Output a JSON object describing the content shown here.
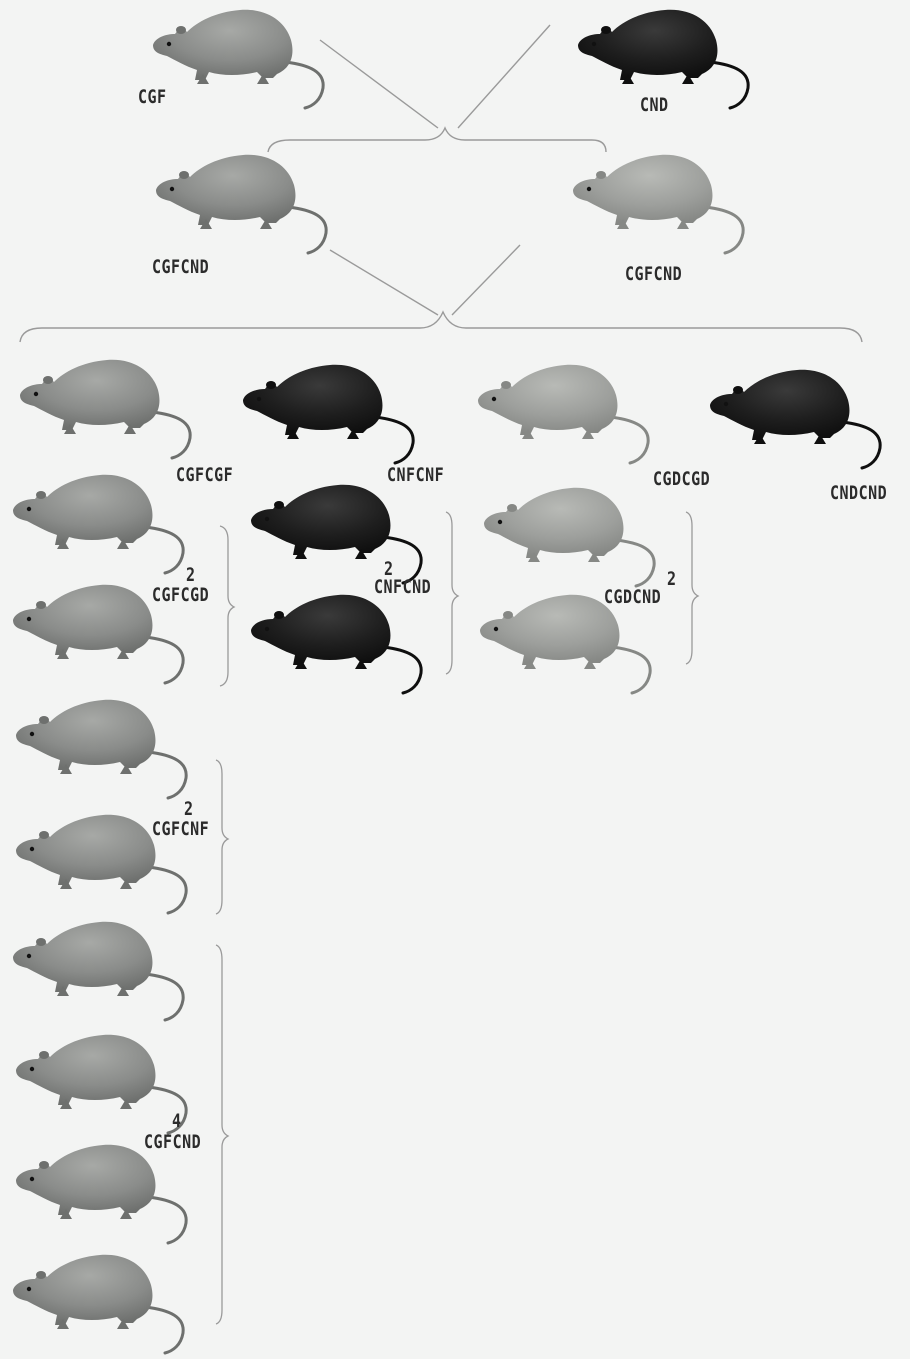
{
  "colors": {
    "background": "#f3f4f3",
    "gray_agouti": "#8a8c8a",
    "gray_shade": "#6e706e",
    "light_agouti": "#9d9f9c",
    "black": "#1e1e1e",
    "line": "#9a9a9a"
  },
  "parents": [
    {
      "genotype": "CGF",
      "coat": "gray"
    },
    {
      "genotype": "CND",
      "coat": "black"
    }
  ],
  "f1": [
    {
      "genotype": "CGFCND",
      "coat": "gray"
    },
    {
      "genotype": "CGFCND",
      "coat": "light"
    }
  ],
  "f2": {
    "top_row": [
      {
        "genotype": "CGFCGF",
        "coat": "gray"
      },
      {
        "genotype": "CNFCNF",
        "coat": "black"
      },
      {
        "genotype": "CGDCGD",
        "coat": "light"
      },
      {
        "genotype": "CNDCND",
        "coat": "black"
      }
    ],
    "groups": [
      {
        "count": "2",
        "genotype": "CGFCGD",
        "coat": "gray"
      },
      {
        "count": "2",
        "genotype": "CNFCND",
        "coat": "black"
      },
      {
        "count": "2",
        "genotype": "CGDCND",
        "coat": "light"
      },
      {
        "count": "2",
        "genotype": "CGFCNF",
        "coat": "gray"
      },
      {
        "count": "4",
        "genotype": "CGFCND",
        "coat": "gray"
      }
    ]
  }
}
